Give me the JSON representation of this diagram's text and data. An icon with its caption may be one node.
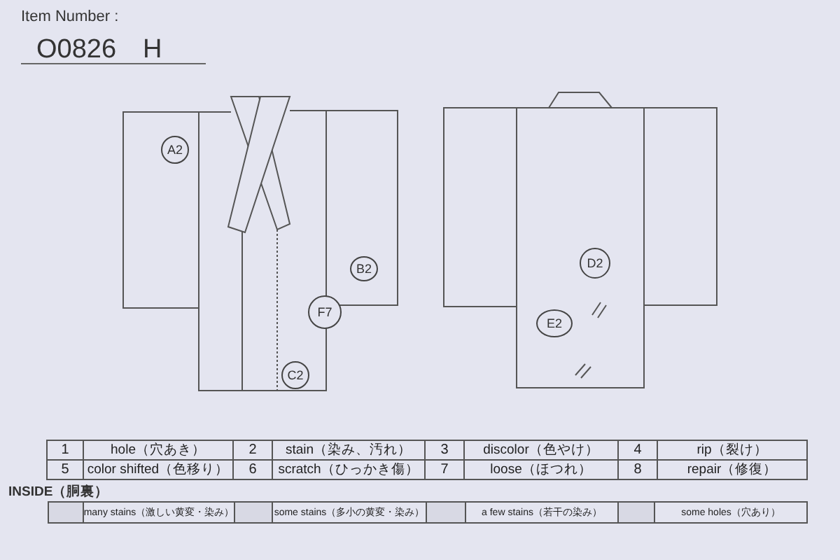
{
  "diagram": {
    "nodes": [
      {
        "text": [
          "A2"
        ]
      },
      {
        "text": [
          "B2"
        ]
      },
      {
        "text": [
          "F7"
        ]
      },
      {
        "text": [
          "C2"
        ]
      },
      {
        "text": [
          "D2"
        ]
      },
      {
        "text": [
          "E2"
        ]
      }
    ],
    "labels": [
      "Item Number :",
      "O0826　H",
      "1",
      "hole（穴あき）",
      "2",
      "stain（染み、汚れ）",
      "3",
      "discolor（色やけ）",
      "4",
      "rip（裂け）",
      "5",
      "color shifted（色移り）",
      "6",
      "scratch（ひっかき傷）",
      "7",
      "loose（ほつれ）",
      "8",
      "repair（修復）",
      "INSIDE（胴裏）",
      "many stains（激しい黄変・染み）",
      "some stains（多小の黄変・染み）",
      "a few stains（若干の染み）",
      "some holes（穴あり）"
    ]
  }
}
